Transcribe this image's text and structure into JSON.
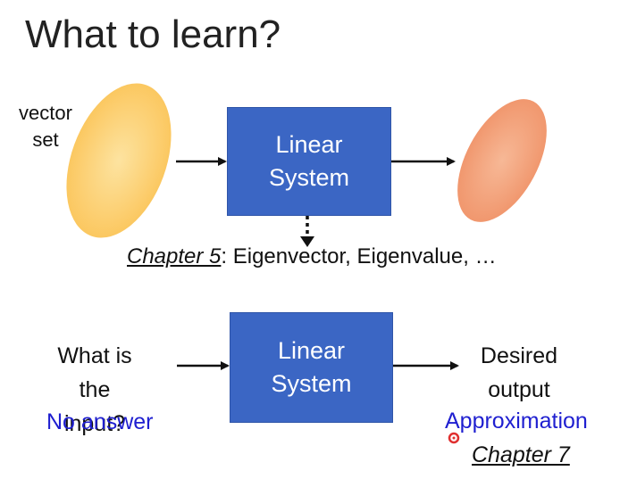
{
  "title": "What to learn?",
  "vector_set_label": [
    "vector",
    "set"
  ],
  "top_system": {
    "label": [
      "Linear",
      "System"
    ]
  },
  "chapter5": {
    "chapter": "Chapter 5",
    "rest": ": Eigenvector, Eigenvalue, …"
  },
  "bottom_system": {
    "label": [
      "Linear",
      "System"
    ]
  },
  "input_question": [
    "What is",
    "the input?"
  ],
  "no_answer": "No answer",
  "desired_output": [
    "Desired",
    "output"
  ],
  "approximation": "Approximation",
  "chapter7": "Chapter 7",
  "colors": {
    "box_fill": "#3b66c4",
    "input_set": "#fcd27a",
    "output_set": "#f4a27a",
    "answer_text": "#1f1fd0"
  }
}
